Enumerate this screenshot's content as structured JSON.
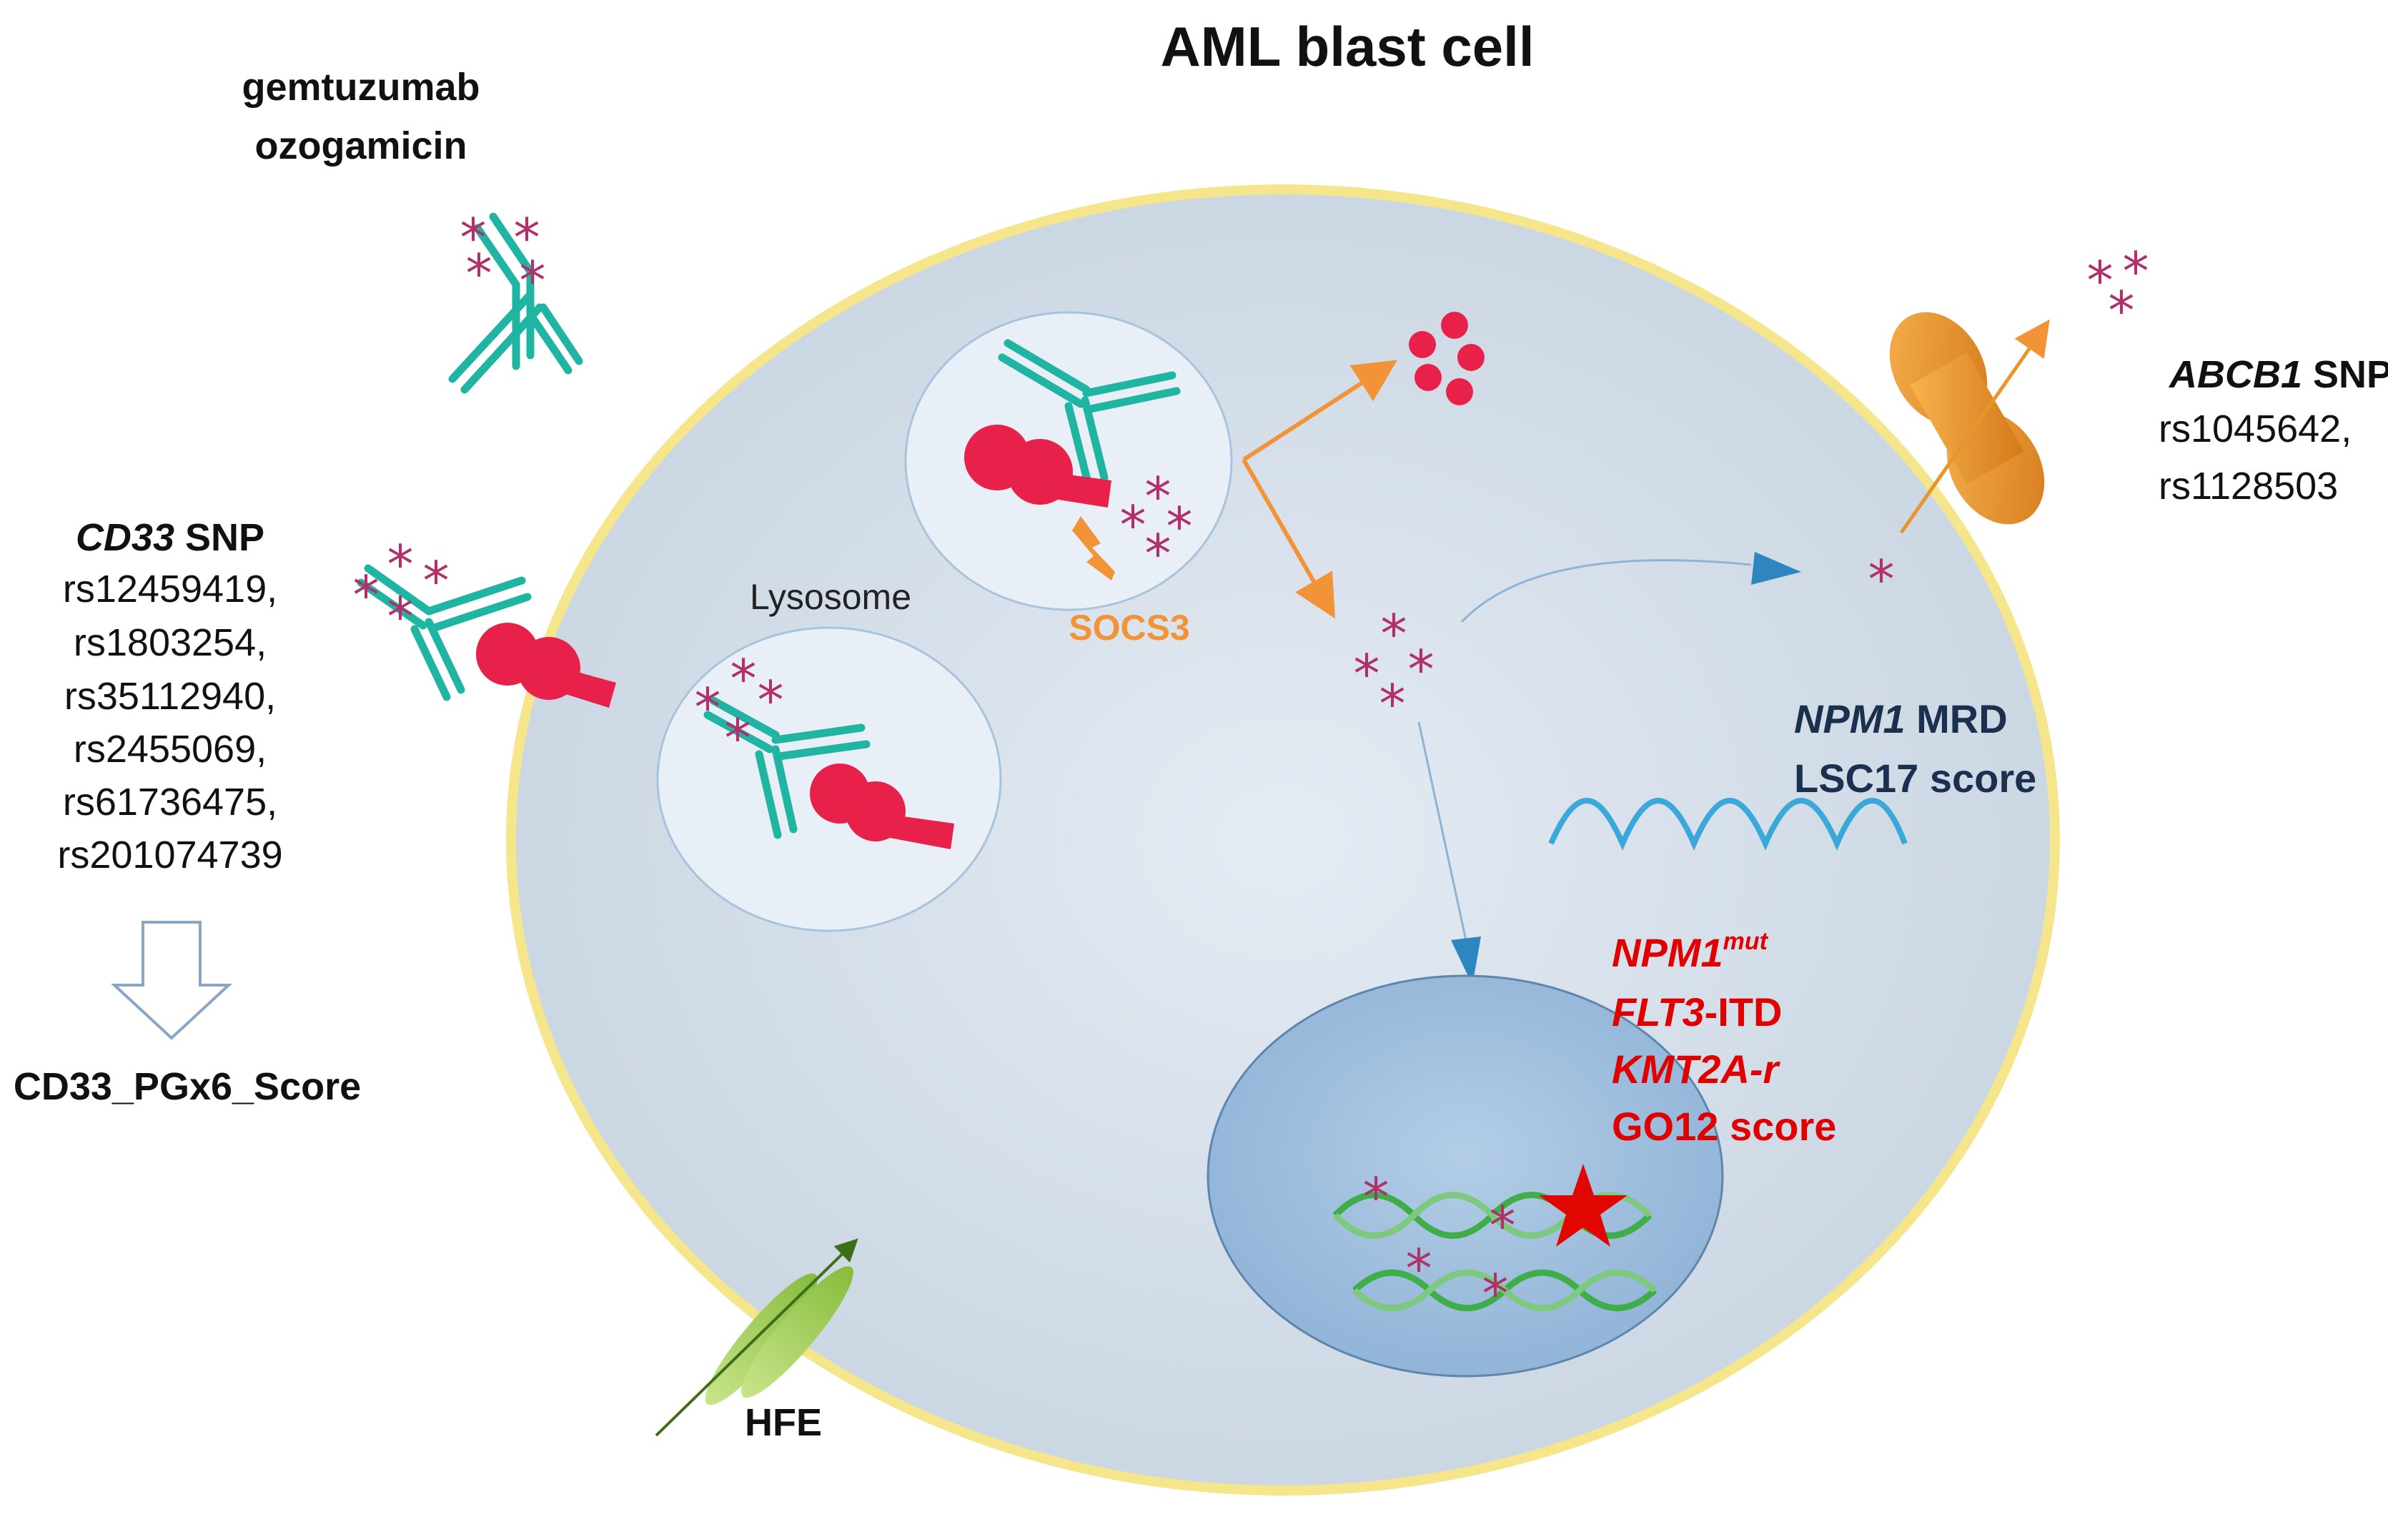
{
  "title": "AML blast cell",
  "drug": {
    "line1": "gemtuzumab",
    "line2": "ozogamicin"
  },
  "cd33": {
    "gene": "CD33",
    "suffix": " SNP",
    "snps": [
      "rs12459419,",
      "rs1803254,",
      "rs35112940,",
      "rs2455069,",
      "rs61736475,",
      "rs201074739"
    ],
    "score": "CD33_PGx6_Score"
  },
  "abcb1": {
    "gene": "ABCB1",
    "suffix": " SNP",
    "snps": [
      "rs1045642,",
      "rs1128503"
    ]
  },
  "labels": {
    "lysosome": "Lysosome",
    "socs3": "SOCS3",
    "hfe": "HFE"
  },
  "markers_blue": {
    "npm1": "NPM1",
    "mrd": " MRD",
    "lsc17": "LSC17 score"
  },
  "markers_red": {
    "npm1": "NPM1",
    "mut": "mut",
    "flt3": "FLT3",
    "itd": "-ITD",
    "kmt2a": "KMT2A-r",
    "go12": "GO12 score"
  },
  "icons": {
    "antibody": "antibody-icon",
    "cd33_receptor": "receptor-icon",
    "calicheamicin": "asterisk-icon",
    "pump": "abcb1-transporter-icon",
    "dna": "dna-icon",
    "mutation": "star-icon",
    "rna": "rna-wave-icon"
  },
  "colors": {
    "cell_border": "#f5e58b",
    "cytoplasm": "#d3dee9",
    "nucleus": "#9fbfdd",
    "antibody": "#1fb5a2",
    "receptor": "#e8214a",
    "drug": "#b0306a",
    "arrow_orange": "#f29337",
    "arrow_blue": "#2e86c1",
    "dna": "#3fae49",
    "mutation_star": "#e10600",
    "hfe": "#9ccc4e",
    "pump": "#e8952a"
  }
}
